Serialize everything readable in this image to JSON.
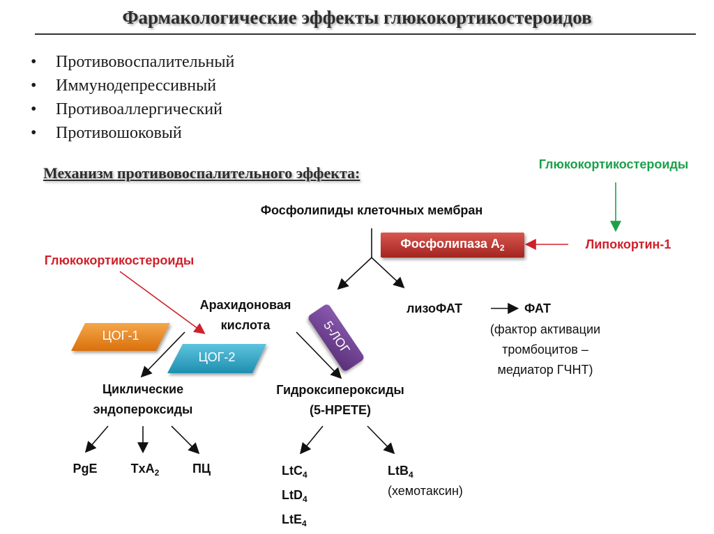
{
  "title": "Фармакологические эффекты глюкокортикостероидов",
  "effects": [
    "Противовоспалительный",
    "Иммунодепрессивный",
    "Противоаллергический",
    "Противошоковый"
  ],
  "mechanism_title": "Механизм противовоспалительного эффекта:",
  "nodes": {
    "gcs_right": "Глюкокортикостероиды",
    "gcs_left": "Глюкокортикостероиды",
    "phospholipids": "Фосфолипиды клеточных мембран",
    "pla2_text": "Фосфолипаза А",
    "pla2_sub": "2",
    "lipocortin": "Липокортин-1",
    "arachidonic_1": "Арахидоновая",
    "arachidonic_2": "кислота",
    "lyso_paf": "лизоФАТ",
    "paf": "ФАТ",
    "paf_desc_1": "(фактор активации",
    "paf_desc_2": "тромбоцитов –",
    "paf_desc_3": "медиатор ГЧНТ)",
    "cox1": "ЦОГ-1",
    "cox2": "ЦОГ-2",
    "lox5": "5-ЛОГ",
    "cyclic_1": "Циклические",
    "cyclic_2": "эндопероксиды",
    "hydro_1": "Гидроксипероксиды",
    "hydro_2": "(5-HPETE)",
    "pge": "PgE",
    "txa_text": "TxA",
    "txa_sub": "2",
    "pc": "ПЦ",
    "ltc_text": "LtC",
    "ltc_sub": "4",
    "ltd_text": "LtD",
    "ltd_sub": "4",
    "lte_text": "LtE",
    "lte_sub": "4",
    "ltb_text": "LtB",
    "ltb_sub": "4",
    "chemotaxin": "(хемотаксин)"
  },
  "colors": {
    "green": "#1aa14a",
    "red": "#d0202a",
    "pla2_box": "#b8312f",
    "cox1_box": "#e8861a",
    "cox2_box": "#2ba3c4",
    "lox5_box": "#6a3b8c"
  }
}
